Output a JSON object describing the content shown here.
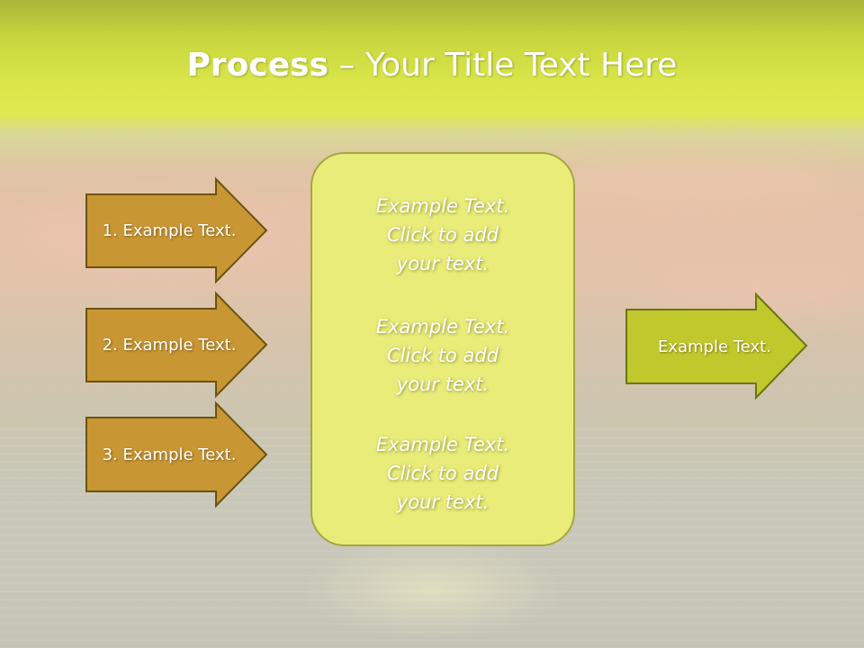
{
  "title": {
    "bold": "Process",
    "rest": " – Your Title Text Here"
  },
  "inputs": [
    {
      "label": "1. Example Text."
    },
    {
      "label": "2. Example Text."
    },
    {
      "label": "3. Example Text."
    }
  ],
  "center_blocks": [
    {
      "line1": "Example Text.",
      "line2": "Click  to add",
      "line3": "your text."
    },
    {
      "line1": "Example Text.",
      "line2": "Click  to add",
      "line3": "your text."
    },
    {
      "line1": "Example Text.",
      "line2": "Click  to add",
      "line3": "your text."
    }
  ],
  "output": {
    "label": "Example Text."
  },
  "colors": {
    "input_arrow_fill": "#c99634",
    "input_arrow_stroke": "#6a5410",
    "output_arrow_fill": "#c1c82b",
    "output_arrow_stroke": "#6e7414",
    "center_fill": "#e9ec78"
  }
}
